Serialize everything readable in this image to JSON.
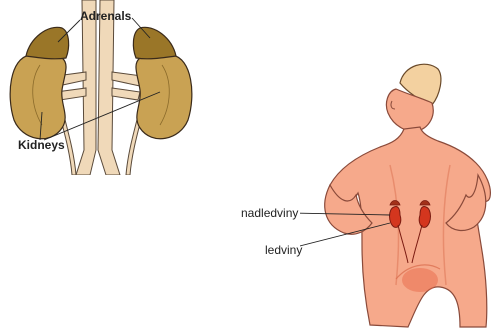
{
  "left_diagram": {
    "adrenals_label": "Adrenals",
    "kidneys_label": "Kidneys"
  },
  "right_diagram": {
    "adrenal_label": "nadledviny",
    "kidney_label": "ledviny"
  },
  "colors": {
    "kidney_fill": "#c9a253",
    "adrenal_fill": "#9a7628",
    "vessel_fill": "#f0d9b9",
    "skin_fill": "#f6a98b",
    "skin_outline": "#8a4a3a",
    "organ_red": "#d4361e"
  }
}
